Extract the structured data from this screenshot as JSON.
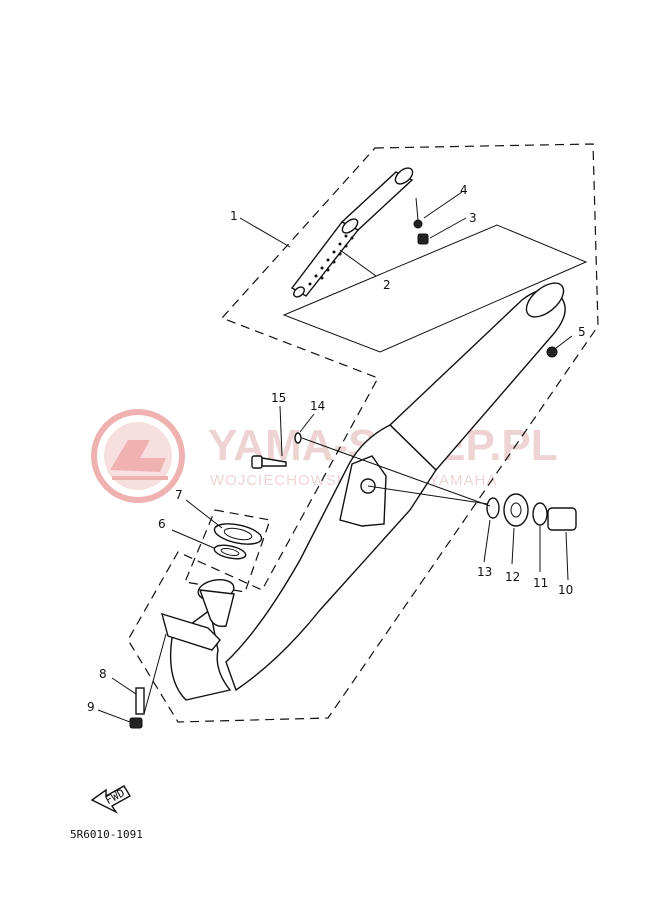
{
  "diagram": {
    "diagram_code": "5R6010-1091",
    "fwd_label": "FWD",
    "callouts": [
      {
        "id": "c1",
        "label": "1"
      },
      {
        "id": "c2",
        "label": "2"
      },
      {
        "id": "c3",
        "label": "3"
      },
      {
        "id": "c4",
        "label": "4"
      },
      {
        "id": "c5",
        "label": "5"
      },
      {
        "id": "c6",
        "label": "6"
      },
      {
        "id": "c7",
        "label": "7"
      },
      {
        "id": "c8",
        "label": "8"
      },
      {
        "id": "c9",
        "label": "9"
      },
      {
        "id": "c10",
        "label": "10"
      },
      {
        "id": "c11",
        "label": "11"
      },
      {
        "id": "c12",
        "label": "12"
      },
      {
        "id": "c13",
        "label": "13"
      },
      {
        "id": "c14",
        "label": "14"
      },
      {
        "id": "c15",
        "label": "15"
      }
    ]
  },
  "watermark": {
    "title": "YAMA-SKLEP.PL",
    "subtitle": "WOJCIECHOWSKI DEALER YAMAHA",
    "color": "#e8a0a0"
  }
}
